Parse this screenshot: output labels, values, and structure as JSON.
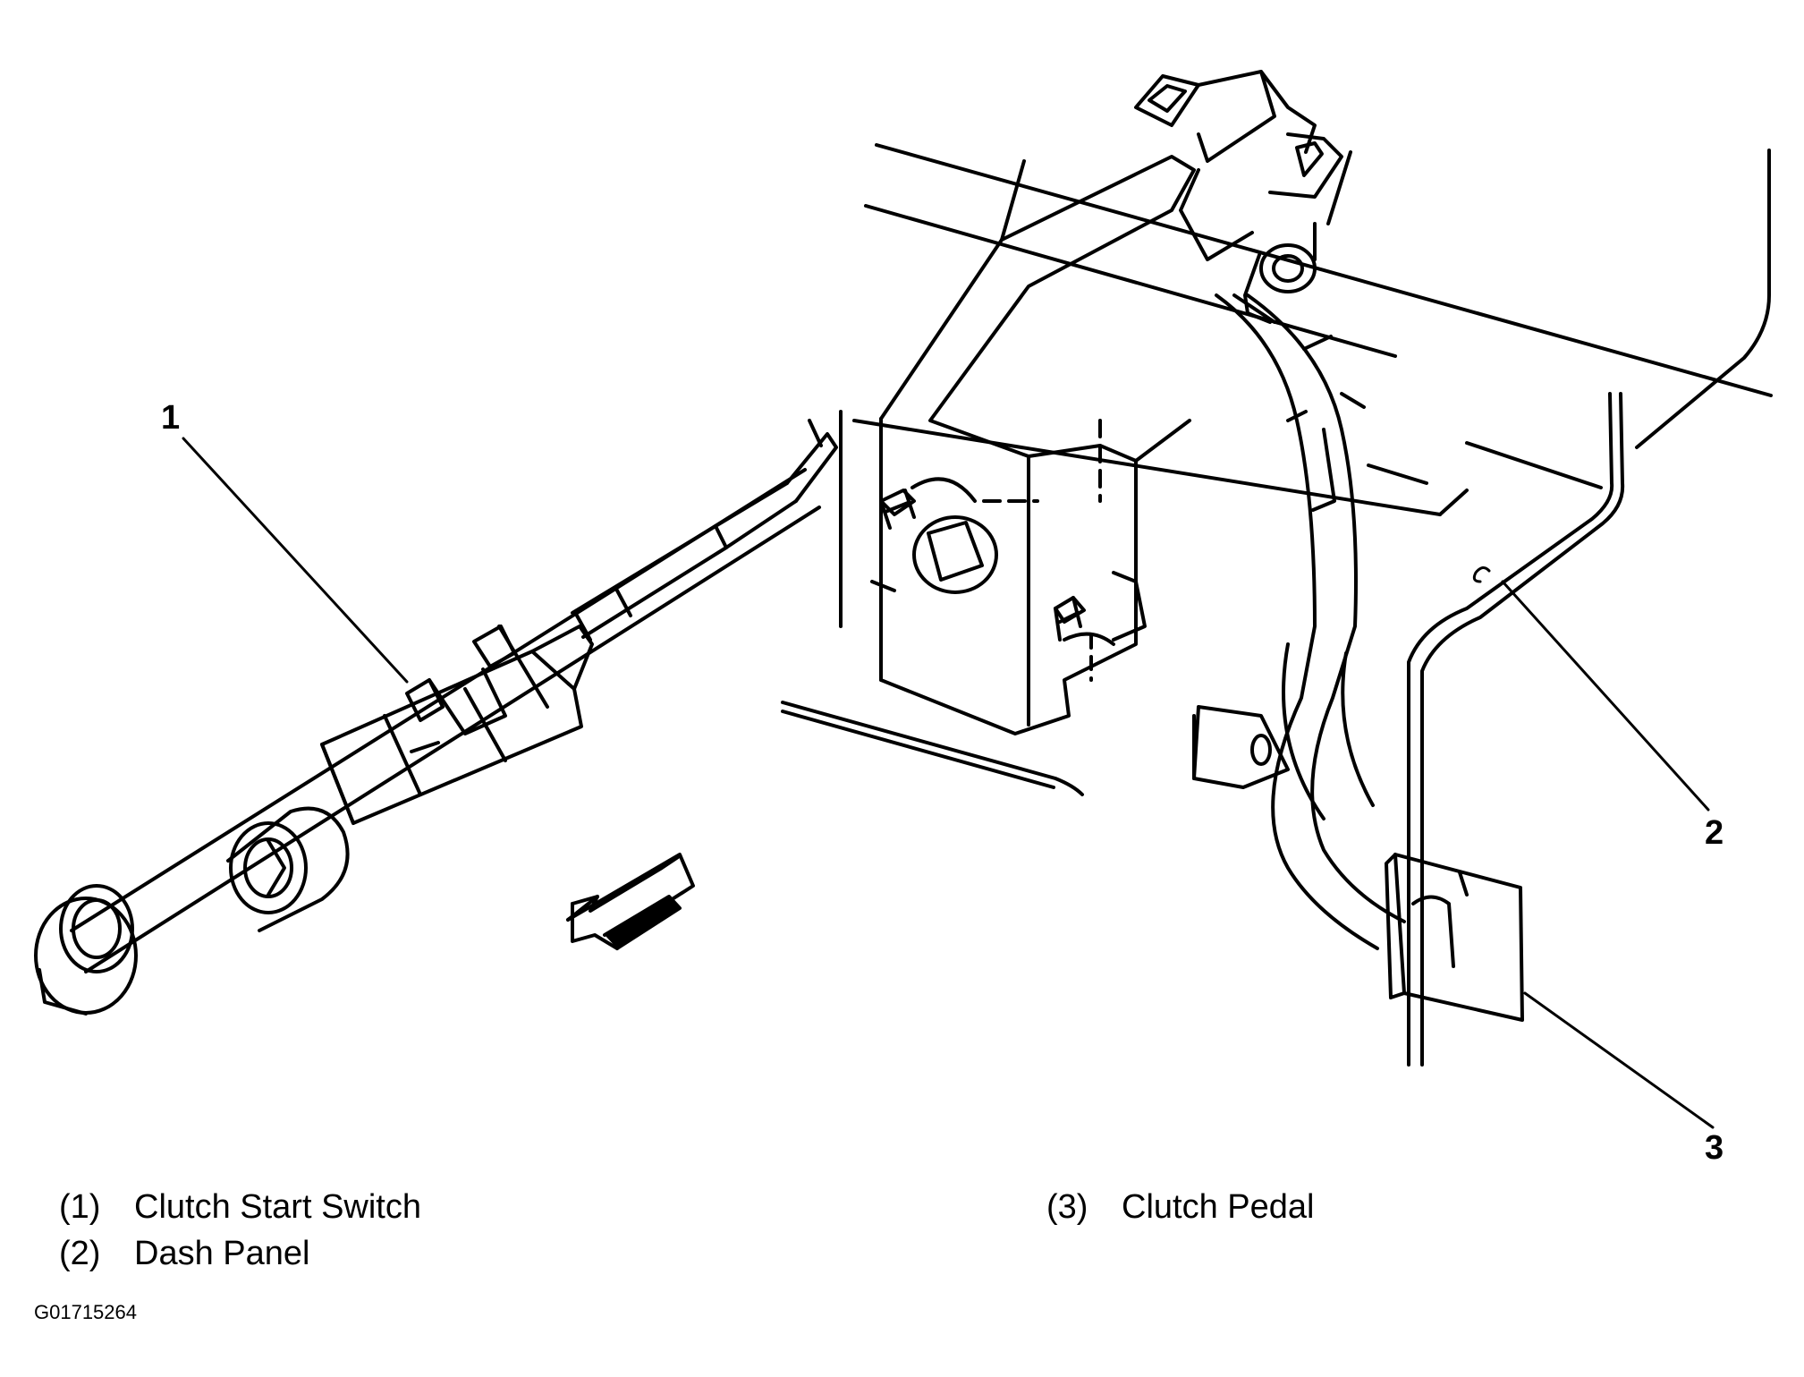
{
  "callouts": [
    {
      "number": "1"
    },
    {
      "number": "2"
    },
    {
      "number": "3"
    }
  ],
  "legend": [
    {
      "number": "(1)",
      "label": "Clutch Start Switch"
    },
    {
      "number": "(2)",
      "label": "Dash Panel"
    },
    {
      "number": "(3)",
      "label": "Clutch Pedal"
    }
  ],
  "figure_id": "G01715264"
}
